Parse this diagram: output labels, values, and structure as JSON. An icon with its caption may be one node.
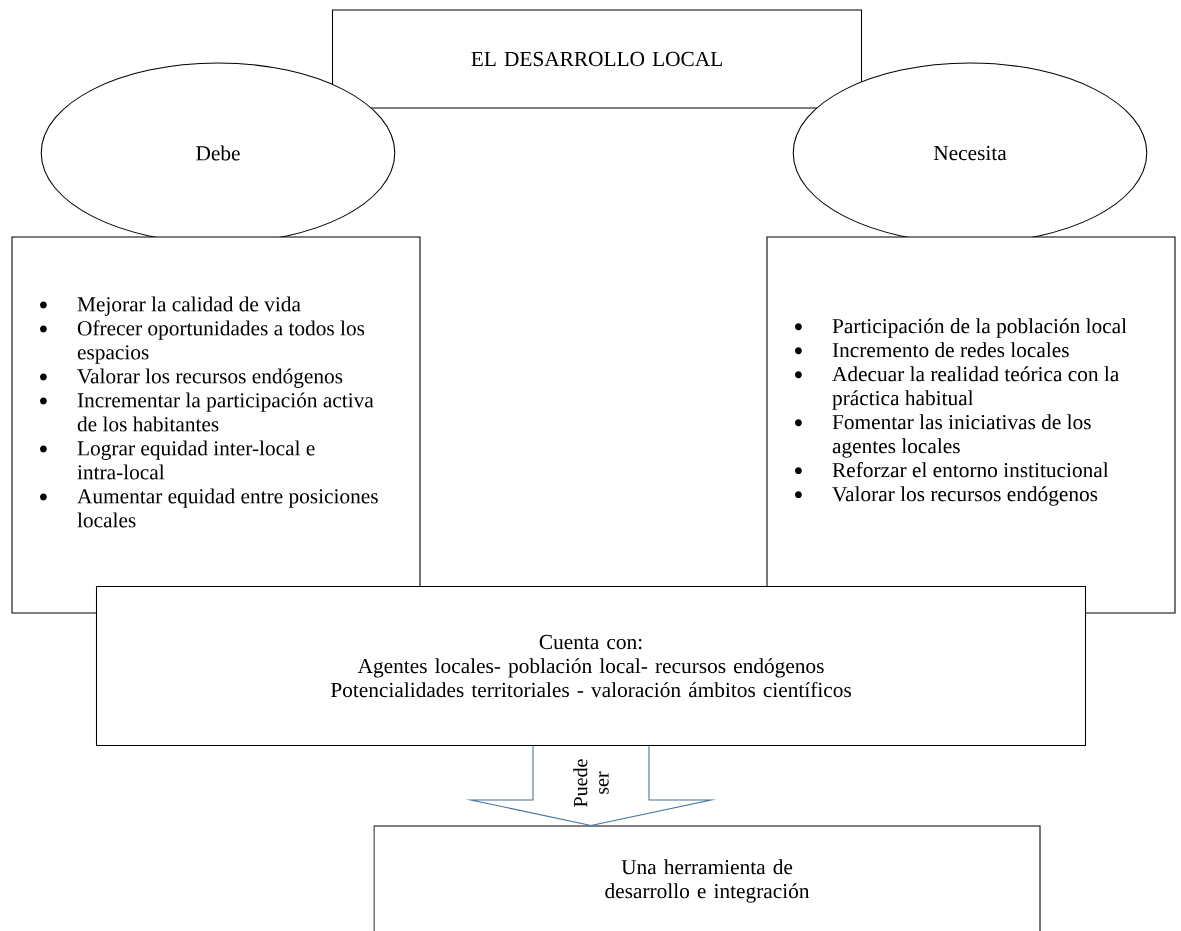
{
  "diagram": {
    "nodes": [
      {
        "text": [
          "EL DESARROLLO LOCAL"
        ]
      },
      {
        "text": [
          "Debe"
        ]
      },
      {
        "text": [
          "Necesita"
        ]
      },
      {
        "text": [
          "Mejorar la calidad de vida",
          "Ofrecer oportunidades a todos los espacios",
          "Valorar los recursos endógenos",
          "Incrementar la participación activa de los habitantes",
          "Lograr equidad inter-local e intra-local",
          "Aumentar equidad entre posiciones locales"
        ]
      },
      {
        "text": [
          "Participación de la población local",
          "Incremento de redes locales",
          "Adecuar la realidad teórica con la práctica habitual",
          "Fomentar las iniciativas de los agentes locales",
          "Reforzar el entorno institucional",
          "Valorar los recursos endógenos"
        ]
      },
      {
        "text": [
          "Cuenta con:",
          "Agentes locales- población local- recursos endógenos",
          "Potencialidades territoriales - valoración ámbitos científicos"
        ]
      },
      {
        "text": [
          "Una herramienta de desarrollo e integración"
        ]
      }
    ],
    "edges": [
      {
        "from": 5,
        "to": 6,
        "arrow": "to",
        "label": "Puede ser"
      }
    ]
  }
}
